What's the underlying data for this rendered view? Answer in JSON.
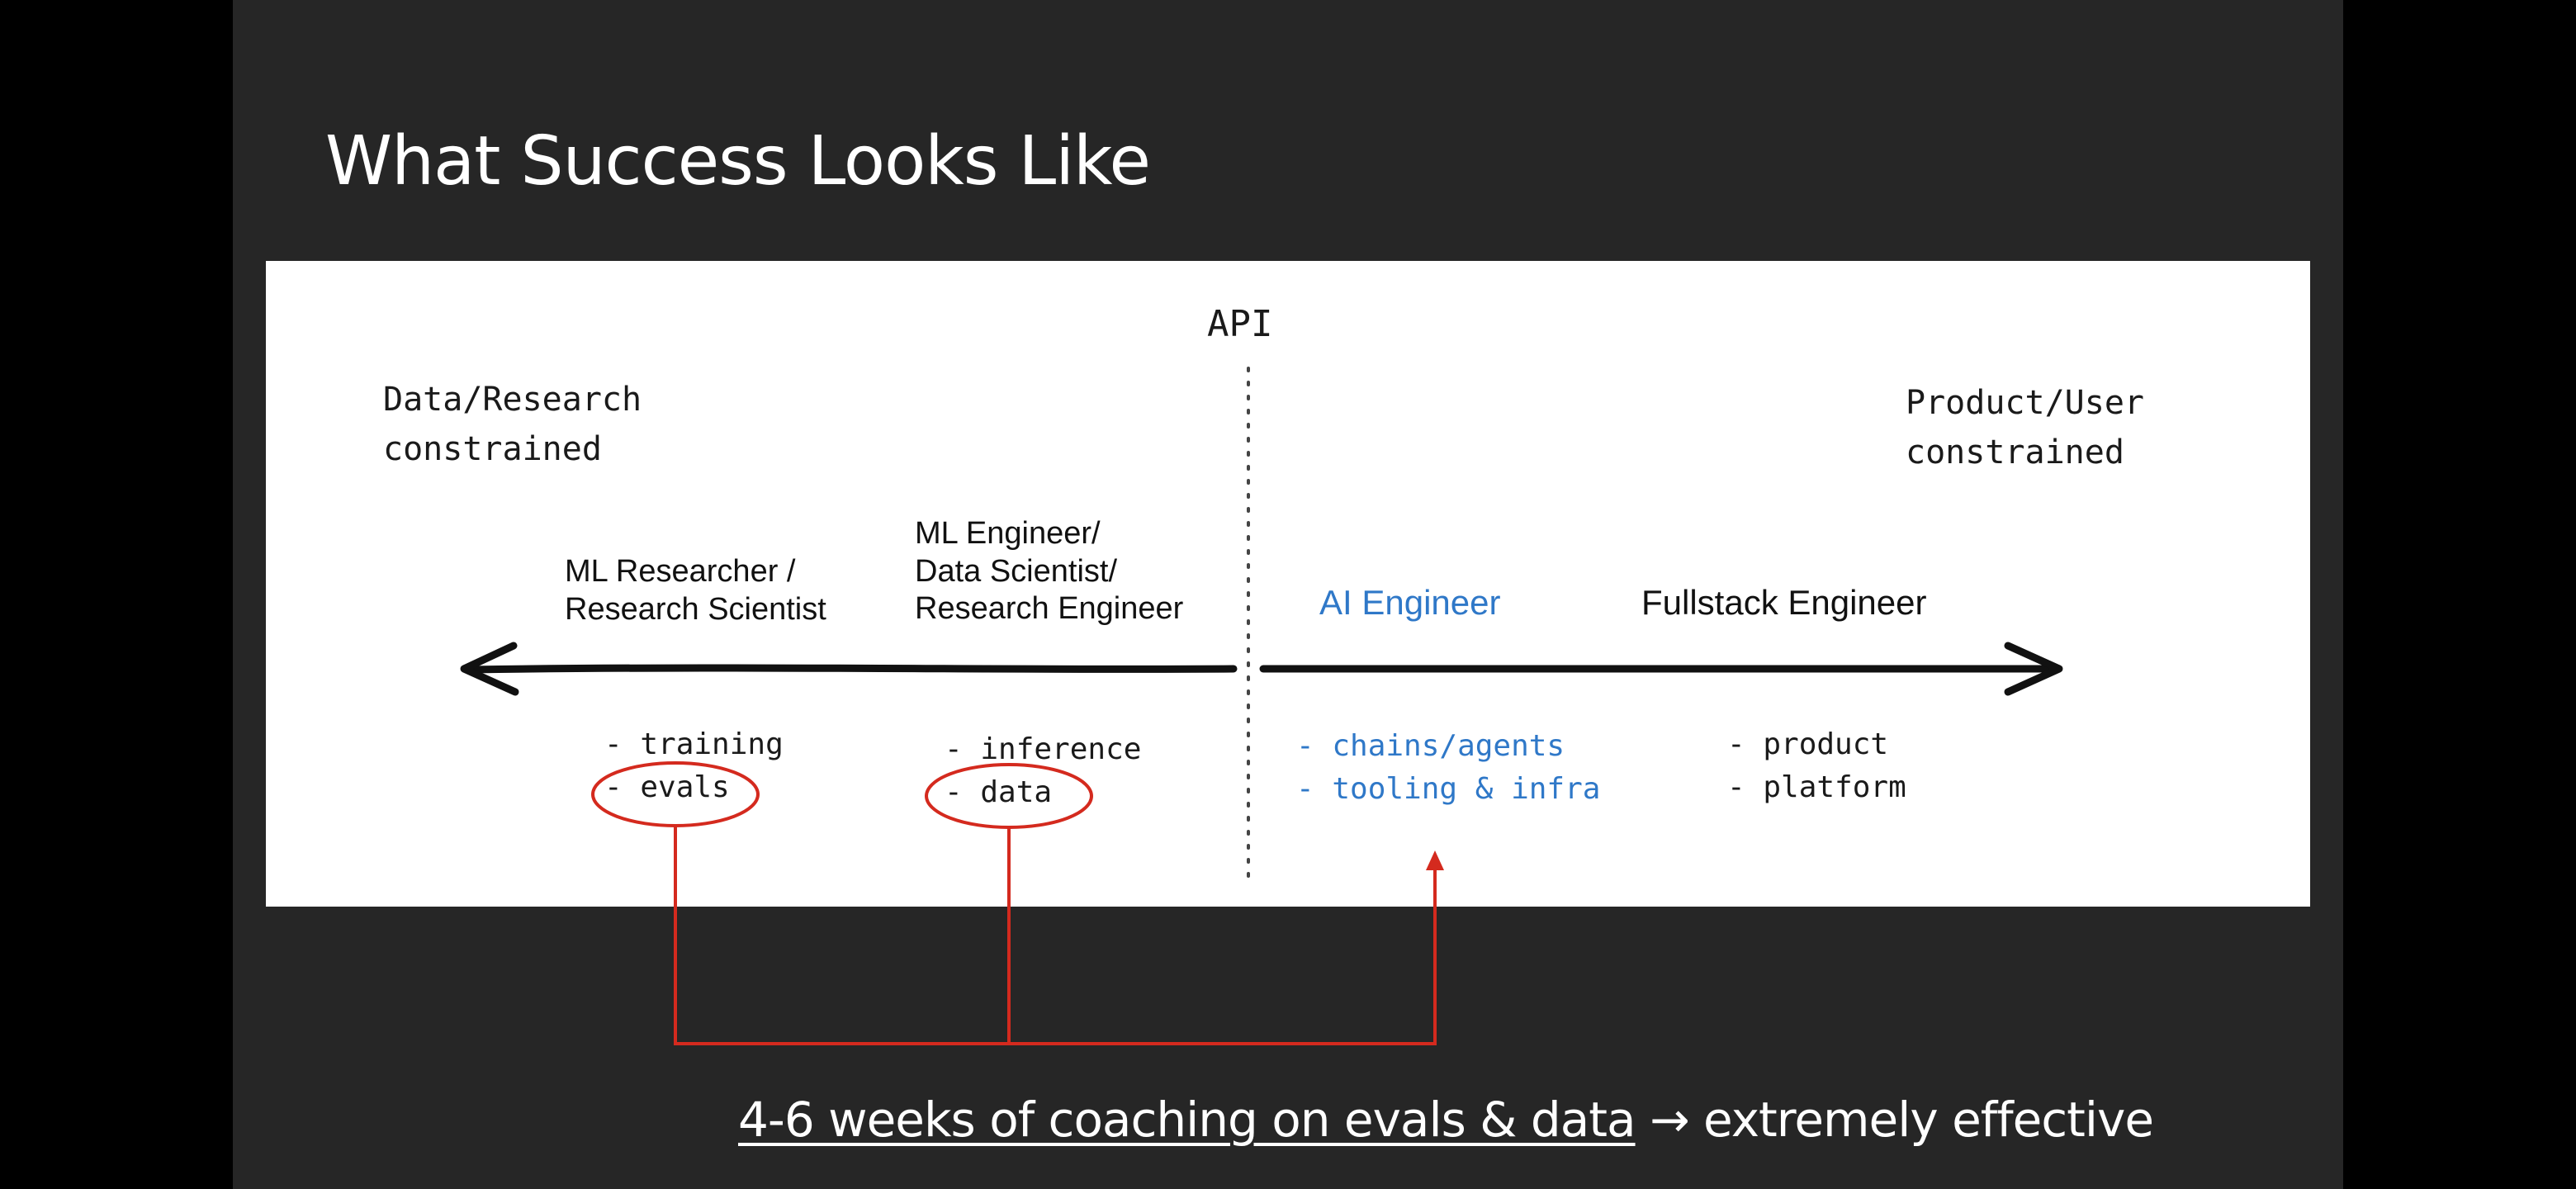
{
  "slide": {
    "title": "What Success Looks Like",
    "caption_underlined": "4-6 weeks of coaching on evals & data",
    "caption_arrow": "→",
    "caption_rest": "extremely effective"
  },
  "diagram": {
    "api_label": "API",
    "left_constraint": [
      "Data/Research",
      "constrained"
    ],
    "right_constraint": [
      "Product/User",
      "constrained"
    ],
    "roles": [
      {
        "name": [
          "ML Researcher /",
          "Research Scientist"
        ],
        "bullets": [
          "- training",
          "- evals"
        ]
      },
      {
        "name": [
          "ML Engineer/",
          "Data Scientist/",
          "Research Engineer"
        ],
        "bullets": [
          "- inference",
          "- data"
        ]
      },
      {
        "name": [
          "AI Engineer"
        ],
        "bullets": [
          "- chains/agents",
          "- tooling & infra"
        ]
      },
      {
        "name": [
          "Fullstack Engineer"
        ],
        "bullets": [
          "- product",
          "- platform"
        ]
      }
    ],
    "colors": {
      "ai_engineer": "#2f78c8",
      "highlight": "#d42a1e",
      "axis": "#111111"
    }
  }
}
